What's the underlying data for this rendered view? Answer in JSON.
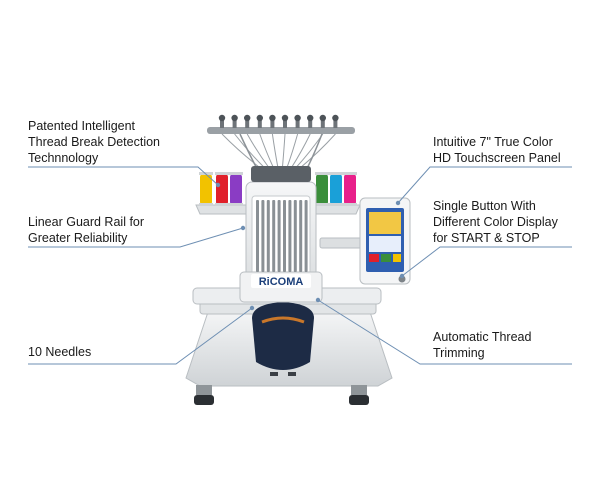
{
  "callouts": {
    "thread_break": [
      "Patented Intelligent",
      "Thread Break Detection",
      "Technnology"
    ],
    "guard_rail": [
      "Linear Guard Rail for",
      "Greater Reliability"
    ],
    "needles": [
      "10 Needles"
    ],
    "touchscreen": [
      "Intuitive 7\" True Color",
      "HD Touchscreen Panel"
    ],
    "single_button": [
      "Single Button With",
      "Different Color Display",
      "for START & STOP"
    ],
    "trimming": [
      "Automatic Thread",
      "Trimming"
    ]
  },
  "machine": {
    "brand_logo": "RiCOMA"
  },
  "colors": {
    "leader_line": "#6e8fb3",
    "machine_body": "#e9ebec",
    "brand_blue": "#1b3f7a",
    "cap": "#1d2b45",
    "screen": "#2f5fb0"
  },
  "spool_colors": [
    "#f2c200",
    "#e0202a",
    "#8a3cc4",
    "#3a8e3a",
    "#1aa0d8",
    "#e8208a"
  ]
}
